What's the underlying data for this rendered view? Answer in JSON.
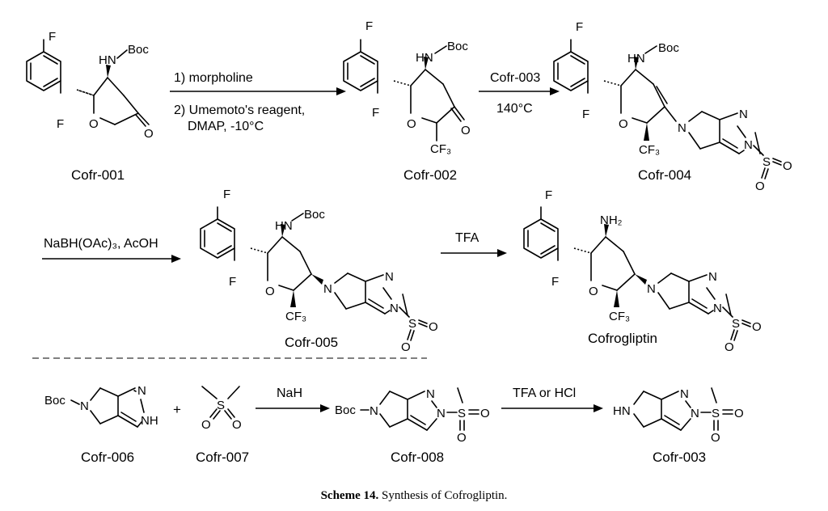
{
  "caption": {
    "label": "Scheme 14.",
    "text": "Synthesis of Cofrogliptin."
  },
  "compounds": {
    "c001": "Cofr-001",
    "c002": "Cofr-002",
    "c004": "Cofr-004",
    "c005": "Cofr-005",
    "final": "Cofrogliptin",
    "c006": "Cofr-006",
    "c007": "Cofr-007",
    "c008": "Cofr-008",
    "c003": "Cofr-003"
  },
  "conditions": {
    "r1_line1": "1) morpholine",
    "r1_line2": "2) Umemoto's reagent,",
    "r1_line3": "DMAP, -10°C",
    "r2_line1": "Cofr-003",
    "r2_line2": "140°C",
    "r3": "NaBH(OAc)₃, AcOH",
    "r4": "TFA",
    "r5": "NaH",
    "r6": "TFA or HCl"
  },
  "atoms": {
    "F": "F",
    "O": "O",
    "N": "N",
    "S": "S",
    "NHBoc_N": "HN",
    "Boc": "Boc",
    "CF3": "CF₃",
    "NH2": "NH₂",
    "NH": "NH",
    "HN": "HN",
    "BocN": "Boc",
    "plus": "+"
  }
}
